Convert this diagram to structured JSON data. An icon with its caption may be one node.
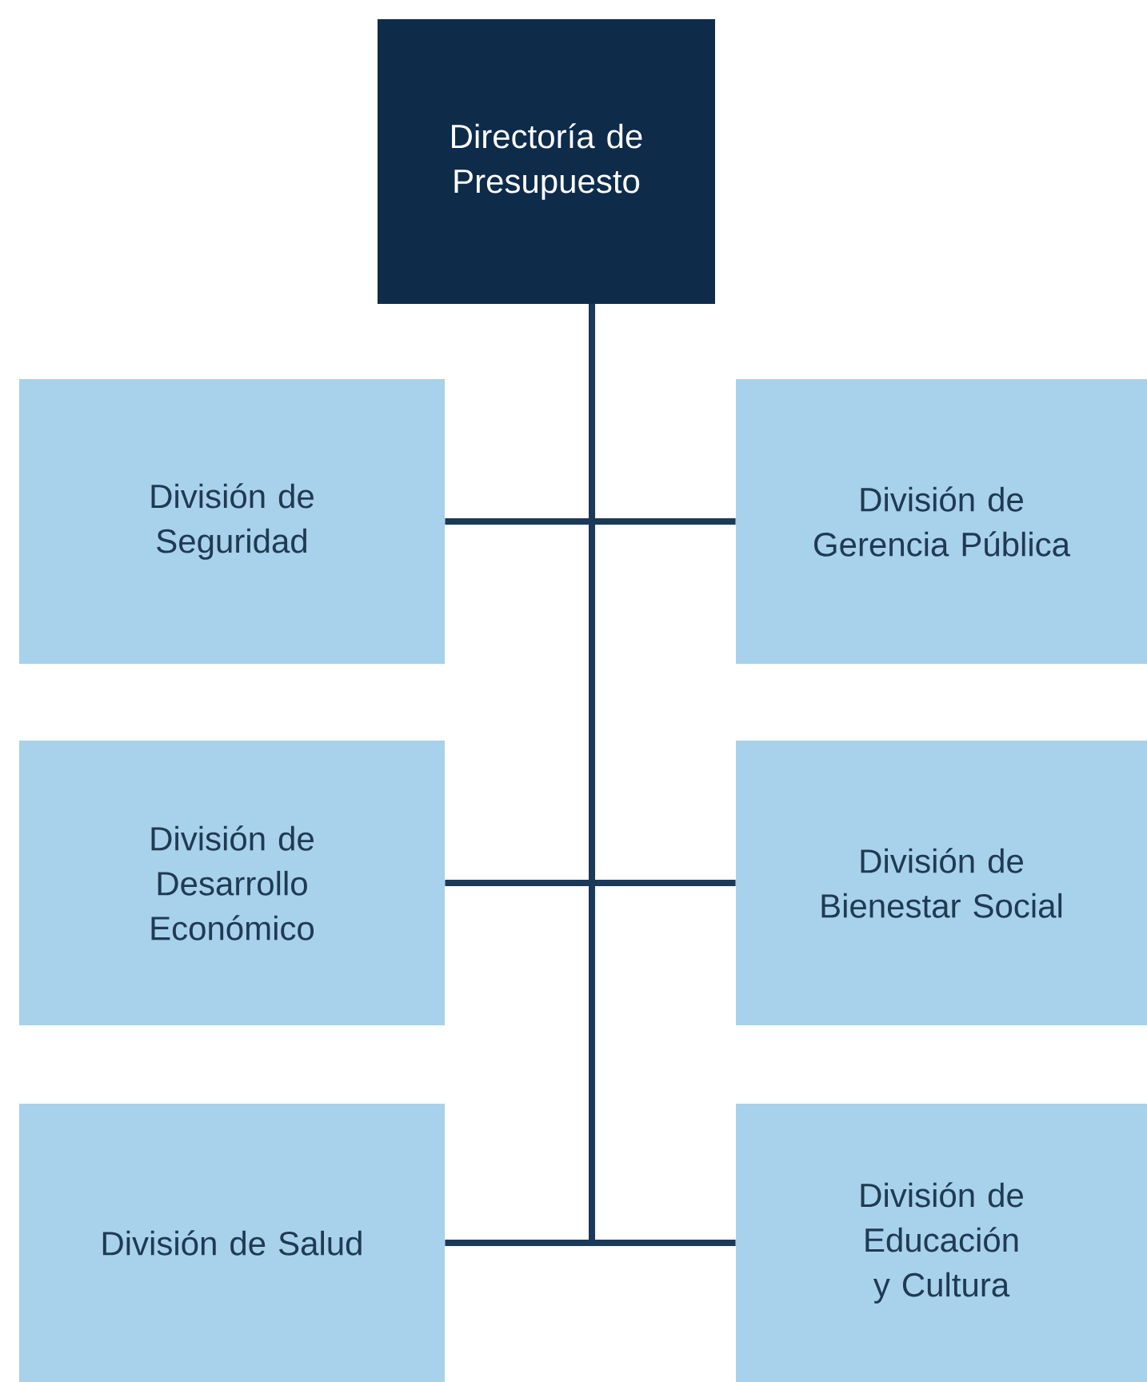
{
  "diagram": {
    "nodes": [
      {
        "text": [
          "Directoría de Presupuesto"
        ]
      },
      {
        "text": [
          "División de Seguridad"
        ]
      },
      {
        "text": [
          "División de Gerencia Pública"
        ]
      },
      {
        "text": [
          "División de Desarrollo Económico"
        ]
      },
      {
        "text": [
          "División de Bienestar Social"
        ]
      },
      {
        "text": [
          "División de Salud"
        ]
      },
      {
        "text": [
          "División de Educación y Cultura"
        ]
      }
    ],
    "edges": [
      {
        "from": 0,
        "to": 1,
        "arrow": "none"
      },
      {
        "from": 0,
        "to": 2,
        "arrow": "none"
      },
      {
        "from": 0,
        "to": 3,
        "arrow": "none"
      },
      {
        "from": 0,
        "to": 4,
        "arrow": "none"
      },
      {
        "from": 0,
        "to": 5,
        "arrow": "none"
      },
      {
        "from": 0,
        "to": 6,
        "arrow": "none"
      }
    ]
  }
}
